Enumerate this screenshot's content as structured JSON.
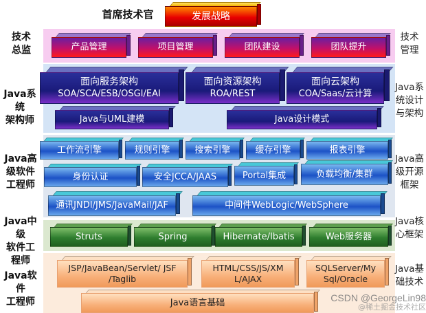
{
  "title_role": "首席技术官",
  "top_block": "发展战略",
  "tiers": [
    {
      "left_label": [
        "技术",
        "总监"
      ],
      "right_label": [
        "技术",
        "管理"
      ],
      "blocks": [
        "产品管理",
        "项目管理",
        "团队建设",
        "团队提升"
      ]
    },
    {
      "left_label": [
        "Java系统",
        "架构师"
      ],
      "right_label": [
        "Java系",
        "统设计",
        "与架构"
      ],
      "blocks": [
        {
          "line1": "面向服务架构",
          "line2": "SOA/SCA/ESB/OSGI/EAI"
        },
        {
          "line1": "面向资源架构",
          "line2": "ROA/REST"
        },
        {
          "line1": "面向云架构",
          "line2": "COA/Saas/云计算"
        },
        {
          "line1": "Java与UML建模"
        },
        {
          "line1": "Java设计模式"
        }
      ]
    },
    {
      "left_label": [
        "Java高",
        "级软件",
        "工程师"
      ],
      "right_label": [
        "Java高",
        "级开源",
        "框架"
      ],
      "row1": [
        "工作流引擎",
        "规则引擎",
        "搜索引擎",
        "缓存引擎",
        "报表引擎"
      ],
      "row2": [
        "身份认证",
        "安全JCCA/JAAS",
        "Portal集成",
        "负载均衡/集群"
      ],
      "row3": [
        "通讯JNDI/JMS/JavaMail/JAF",
        "中间件WebLogic/WebSphere"
      ]
    },
    {
      "left_label": [
        "Java中级",
        "软件工",
        "程师"
      ],
      "right_label": [
        "Java核",
        "心框架"
      ],
      "blocks": [
        "Struts",
        "Spring",
        "Hibernate/Ibatis",
        "Web服务器"
      ]
    },
    {
      "left_label": [
        "Java软件",
        "工程师"
      ],
      "right_label": [
        "Java基",
        "础技术"
      ],
      "blocks": [
        {
          "line1": "JSP/JavaBean/Servlet/ JSF",
          "line2": "/Taglib"
        },
        {
          "line1": "HTML/CSS/JS/XM",
          "line2": "L/AJAX"
        },
        {
          "line1": "SQLServer/My",
          "line2": "Sql/Oracle"
        }
      ],
      "base_block": "Java语言基础"
    }
  ],
  "watermark": {
    "line1": "CSDN @GeorgeLin98",
    "line2": "@稀土掘金技术社区"
  },
  "colors": {
    "red_grad": [
      "#ff9a00",
      "#e00000",
      "#a00000"
    ],
    "purple_grad": [
      "#6a1fa0",
      "#c0106a",
      "#ff1a1a"
    ],
    "navy_grad": [
      "#2a2f9a",
      "#1a1a7a",
      "#7a2fc8"
    ],
    "blue_grad": [
      "#7ab8f0",
      "#1c52c6",
      "#6aa8ec"
    ],
    "green_grad": [
      "#7fbf6a",
      "#2e7d2e",
      "#1f5f1f"
    ],
    "peach_grad": [
      "#ffe0c0",
      "#f8b07a",
      "#f09a5a"
    ],
    "band_pink": "#f7ccf0",
    "band_blue": "#d4e4f6",
    "band_green": "#dbe8cf",
    "band_peach": "#fcebdc"
  }
}
